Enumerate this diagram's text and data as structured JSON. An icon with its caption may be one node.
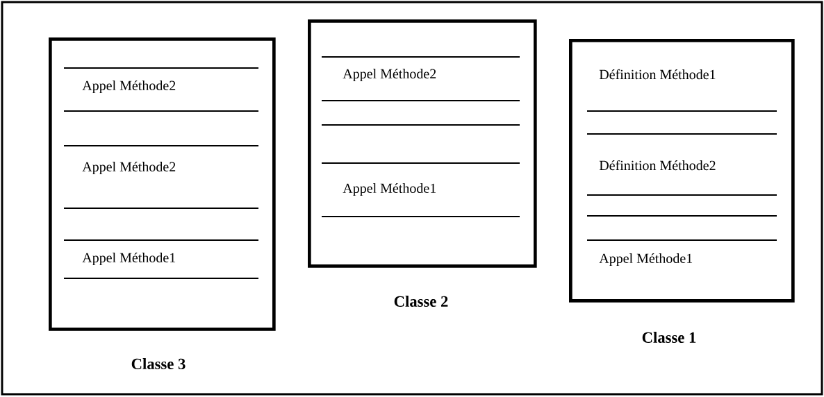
{
  "diagram": {
    "nodes": [
      {
        "text": [
          "Appel Méthode2",
          "Appel Méthode2",
          "Appel Méthode1"
        ],
        "beside": [
          "Classe 3"
        ]
      },
      {
        "text": [
          "Appel Méthode2",
          "Appel Méthode1"
        ],
        "beside": [
          "Classe 2"
        ]
      },
      {
        "text": [
          "Définition Méthode1",
          "Définition Méthode2",
          "Appel Méthode1"
        ],
        "beside": [
          "Classe 1"
        ]
      }
    ]
  }
}
